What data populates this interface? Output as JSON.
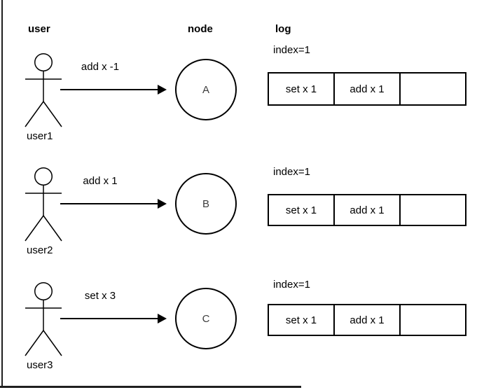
{
  "headers": [
    {
      "label": "user"
    },
    {
      "label": "node"
    },
    {
      "label": "log"
    }
  ],
  "rows": [
    {
      "user_name": "user1",
      "message": "add x -1",
      "node_label": "A",
      "log_index": "index=1",
      "log_cells": [
        "set x 1",
        "add x 1",
        ""
      ]
    },
    {
      "user_name": "user2",
      "message": "add x 1",
      "node_label": "B",
      "log_index": "index=1",
      "log_cells": [
        "set x 1",
        "add x 1",
        ""
      ]
    },
    {
      "user_name": "user3",
      "message": "set x 3",
      "node_label": "C",
      "log_index": "index=1",
      "log_cells": [
        "set x 1",
        "add x 1",
        ""
      ]
    }
  ],
  "icons": {
    "actor": "stick-figure-icon",
    "arrow": "arrow-right-icon"
  },
  "colors": {
    "stroke": "#000000",
    "text": "#000000",
    "frame": "#1f1f1f",
    "background": "#ffffff"
  }
}
